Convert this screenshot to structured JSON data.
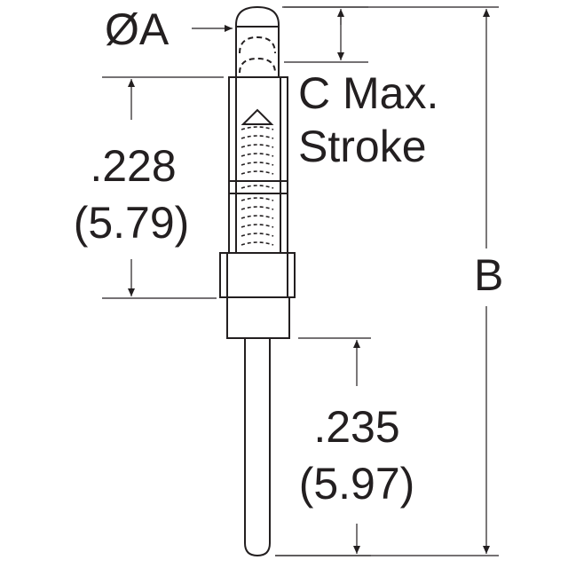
{
  "labels": {
    "diameter": "ØA",
    "stroke_line1": "C Max.",
    "stroke_line2": "Stroke",
    "length_b": "B",
    "upper_dim_in": ".228",
    "upper_dim_mm": "(5.79)",
    "lower_dim_in": ".235",
    "lower_dim_mm": "(5.97)"
  },
  "colors": {
    "line": "#231f20",
    "background": "#ffffff"
  }
}
